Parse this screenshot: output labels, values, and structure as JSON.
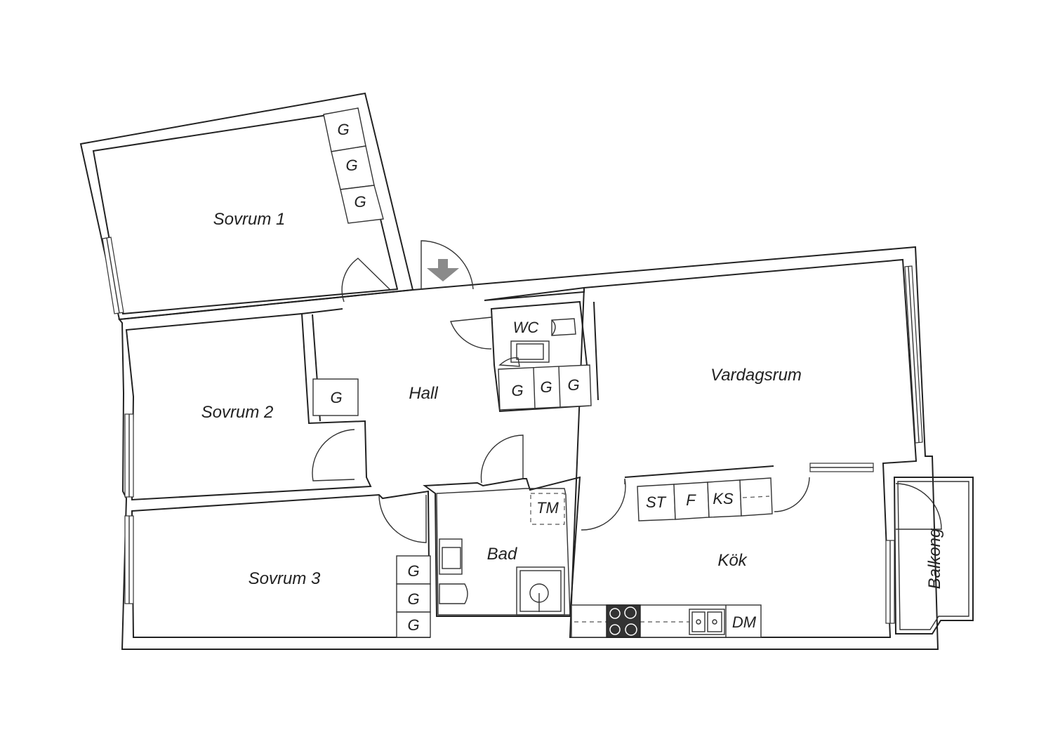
{
  "rooms": {
    "sovrum1": "Sovrum 1",
    "sovrum2": "Sovrum 2",
    "sovrum3": "Sovrum 3",
    "hall": "Hall",
    "wc": "WC",
    "vardagsrum": "Vardagsrum",
    "bad": "Bad",
    "kok": "Kök",
    "balkong": "Balkong"
  },
  "fixtures": {
    "wardrobe": "G",
    "washing_machine": "TM",
    "stove": "ST",
    "freezer": "F",
    "fridge_freezer": "KS",
    "dishwasher": "DM"
  },
  "colors": {
    "wall": "#222222",
    "entrance_arrow": "#8a8a8a",
    "stove_top": "#333333"
  },
  "icons": [
    "entrance-arrow-icon",
    "toilet-icon",
    "sink-icon",
    "shower-icon",
    "stove-icon",
    "kitchen-sink-icon"
  ]
}
